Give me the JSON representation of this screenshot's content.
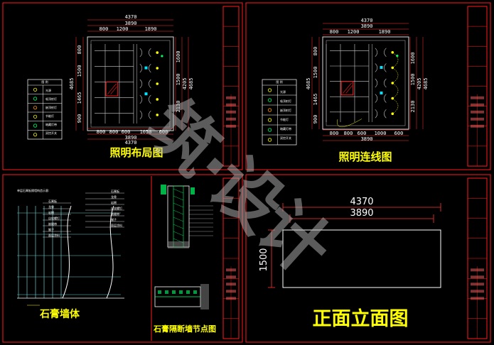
{
  "panels": {
    "lighting_layout": {
      "title": "照明布局图",
      "dim_top_total": "4370",
      "dim_top_inner": "3890",
      "dim_top_segments": [
        "800",
        "1200",
        "1890"
      ],
      "dim_bottom_segments": [
        "800",
        "800",
        "600",
        "1050",
        "600"
      ],
      "dim_bottom_inner": "3890",
      "dim_bottom_total": "4370",
      "dim_left_segments": [
        "800",
        "1500",
        "1465",
        "900"
      ],
      "dim_left_total": "4685",
      "dim_right_segments": [
        "1600",
        "1500",
        "2130"
      ],
      "dim_right_inner": "4205",
      "dim_right_total": "4685",
      "legend_header": "图  例",
      "legend_items": [
        "光源",
        "吸顶射灯",
        "嵌顶射灯",
        "节能灯",
        "暗藏灯带",
        "双控开关"
      ]
    },
    "lighting_wiring": {
      "title": "照明连线图",
      "dim_top_total": "4370",
      "dim_top_inner": "3890",
      "dim_top_segments": [
        "800",
        "1200",
        "1890"
      ],
      "dim_bottom_segments": [
        "800",
        "800",
        "600",
        "1000",
        "600"
      ],
      "dim_bottom_inner": "3890",
      "dim_left_segments": [
        "800",
        "1500",
        "1465",
        "900"
      ],
      "dim_left_total": "4685",
      "dim_right_segments": [
        "1600",
        "1500",
        "2130"
      ],
      "dim_right_inner": "4205",
      "dim_right_total": "4685",
      "legend_header": "图  例",
      "legend_items": [
        "光源",
        "吸顶射灯",
        "嵌顶射灯",
        "节能灯",
        "暗藏灯带",
        "双控开关"
      ]
    },
    "gypsum_wall": {
      "title": "石膏墙体",
      "header_note": "单层石膏板隔墙构造示意:",
      "callouts_left": [
        "石膏板",
        "龙骨",
        "岩棉",
        "自攻螺钉",
        "嵌缝带",
        "腻子",
        "面层涂料"
      ],
      "callouts_right": [
        "石膏板",
        "龙骨",
        "岩棉",
        "自攻螺钉",
        "嵌缝带",
        "腻子",
        "面层涂料"
      ]
    },
    "gypsum_node": {
      "title": "石膏隔断墙节点图"
    },
    "front_elevation": {
      "title": "正面立面图",
      "dim_top_total": "4370",
      "dim_top_inner": "3890",
      "dim_height": "1500"
    }
  },
  "watermark": "筑·设计",
  "colors": {
    "border": "#ff1a1a",
    "title": "#ffff00",
    "lines": "#ffffff",
    "dim": "#ff3333",
    "plan": "#cccccc",
    "cyan": "#00e5ff",
    "green": "#00ff66"
  }
}
